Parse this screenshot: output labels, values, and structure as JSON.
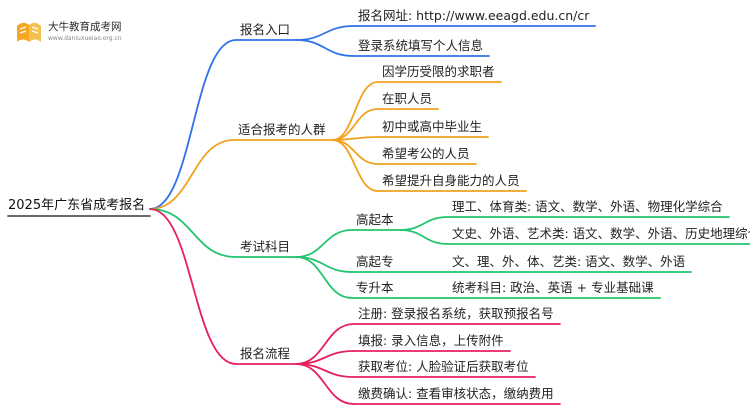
{
  "logo": {
    "name": "大牛教育成考网",
    "url": "www.daniuxueiao.org.cn"
  },
  "mindmap": {
    "root": "2025年广东省成考报名",
    "branches": [
      {
        "label": "报名入口",
        "color": "#2f73e8",
        "items": [
          "报名网址: http://www.eeagd.edu.cn/cr",
          "登录系统填写个人信息"
        ]
      },
      {
        "label": "适合报考的人群",
        "color": "#f1a21d",
        "items": [
          "因学历受限的求职者",
          "在职人员",
          "初中或高中毕业生",
          "希望考公的人员",
          "希望提升自身能力的人员"
        ]
      },
      {
        "label": "考试科目",
        "color": "#22c46e",
        "groups": [
          {
            "label": "高起本",
            "items": [
              "理工、体育类: 语文、数学、外语、物理化学综合",
              "文史、外语、艺术类: 语文、数学、外语、历史地理综合"
            ]
          },
          {
            "label": "高起专",
            "items": [
              "文、理、外、体、艺类: 语文、数学、外语"
            ]
          },
          {
            "label": "专升本",
            "items": [
              "统考科目: 政治、英语 + 专业基础课"
            ]
          }
        ]
      },
      {
        "label": "报名流程",
        "color": "#e6205e",
        "items": [
          "注册: 登录报名系统，获取预报名号",
          "填报: 录入信息，上传附件",
          "获取考位: 人脸验证后获取考位",
          "缴费确认: 查看审核状态，缴纳费用"
        ]
      }
    ]
  }
}
